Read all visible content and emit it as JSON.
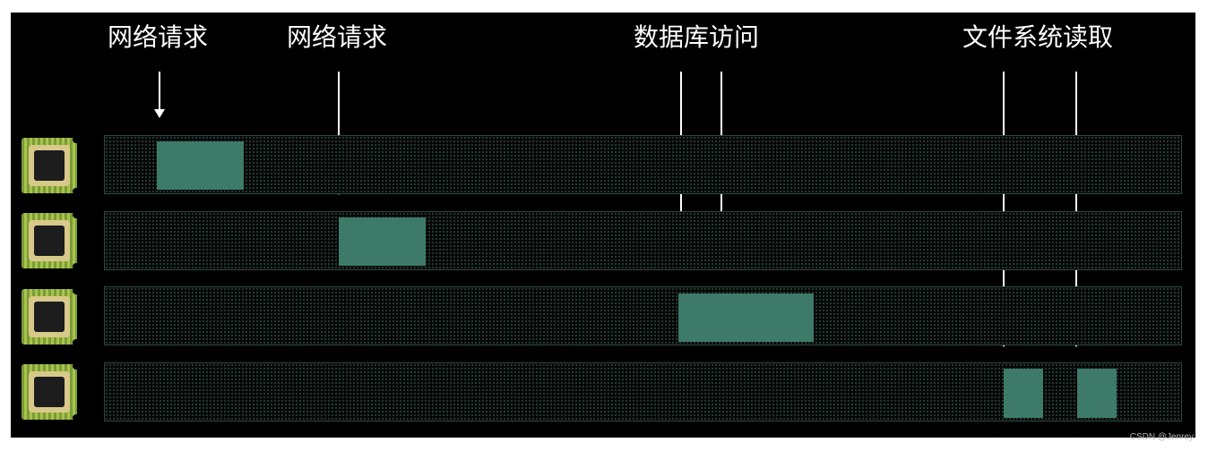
{
  "labels": {
    "network_request_1": "网络请求",
    "network_request_2": "网络请求",
    "database_access": "数据库访问",
    "file_system_read": "文件系统读取"
  },
  "watermark": "CSDN @Jenrey",
  "colors": {
    "background": "#000000",
    "lane_border": "#2e4a40",
    "task_block": "#3d7a6a",
    "arrow": "#ffffff",
    "text": "#ffffff"
  },
  "icons": {
    "processor": "cpu-chip-icon",
    "pointer": "down-arrow-icon"
  }
}
